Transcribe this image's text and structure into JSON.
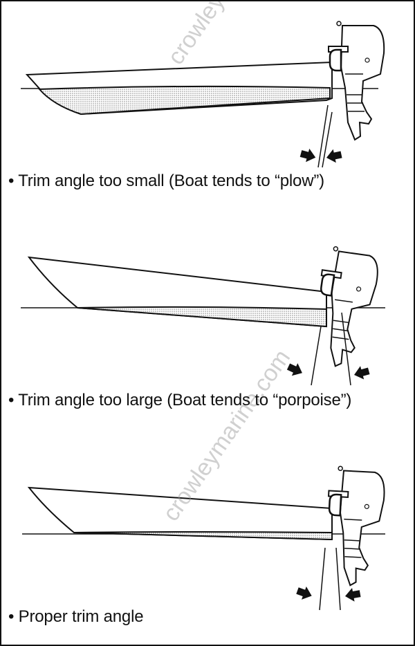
{
  "figures": [
    {
      "caption": "• Trim angle too small (Boat tends to “plow”)"
    },
    {
      "caption": "• Trim angle too large (Boat tends to “porpoise”)"
    },
    {
      "caption": "• Proper trim angle"
    }
  ],
  "watermark": "crowleymarine.com",
  "colors": {
    "line": "#111111",
    "hull_fill": "#d8d8d8",
    "watermark": "#969696"
  }
}
